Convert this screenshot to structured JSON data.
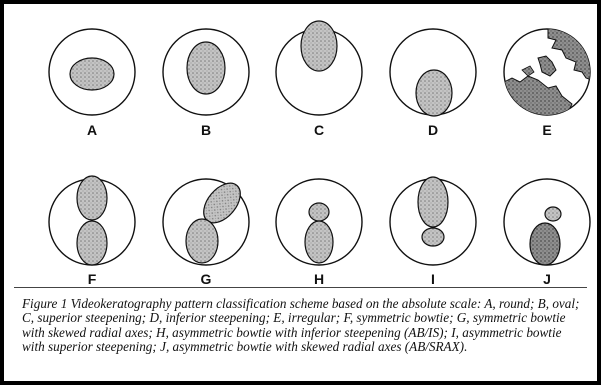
{
  "panels": [
    {
      "id": "A",
      "label": "A"
    },
    {
      "id": "B",
      "label": "B"
    },
    {
      "id": "C",
      "label": "C"
    },
    {
      "id": "D",
      "label": "D"
    },
    {
      "id": "E",
      "label": "E"
    },
    {
      "id": "F",
      "label": "F"
    },
    {
      "id": "G",
      "label": "G"
    },
    {
      "id": "H",
      "label": "H"
    },
    {
      "id": "I",
      "label": "I"
    },
    {
      "id": "J",
      "label": "J"
    }
  ],
  "caption": "Figure 1    Videokeratography pattern classification scheme based on the absolute scale: A, round; B, oval; C, superior steepening; D, inferior steepening; E, irregular; F, symmetric bowtie; G, symmetric bowtie with skewed radial axes; H, asymmetric bowtie with inferior steepening (AB/IS); I, asymmetric bowtie with superior steepening; J, asymmetric bowtie with skewed radial axes (AB/SRAX).",
  "colors": {
    "fill_light": "#b9b9b9",
    "fill_dark": "#8a8a8a",
    "stroke": "#111111"
  }
}
